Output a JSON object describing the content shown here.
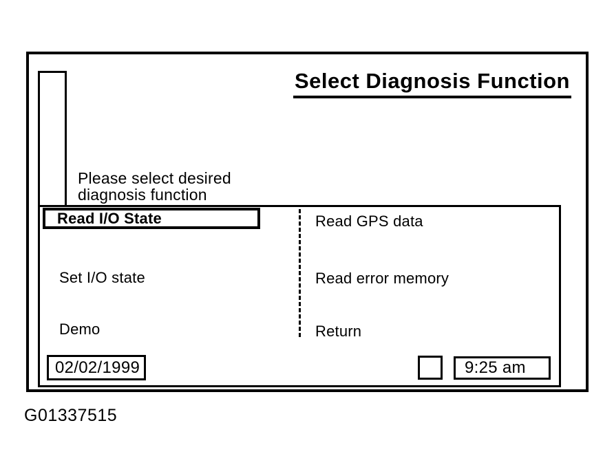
{
  "screen": {
    "title": "Select Diagnosis Function",
    "prompt_line1": "Please select desired",
    "prompt_line2": "diagnosis function",
    "menu": {
      "left": [
        {
          "label": "Read I/O State",
          "selected": true
        },
        {
          "label": "Set I/O state",
          "selected": false
        },
        {
          "label": "Demo",
          "selected": false
        }
      ],
      "right": [
        {
          "label": "Read GPS data",
          "selected": false
        },
        {
          "label": "Read error memory",
          "selected": false
        },
        {
          "label": "Return",
          "selected": false
        }
      ]
    },
    "status_bar": {
      "date": "02/02/1999",
      "time": "9:25 am"
    }
  },
  "caption": "G01337515",
  "colors": {
    "ink": "#000000",
    "background": "#ffffff"
  }
}
